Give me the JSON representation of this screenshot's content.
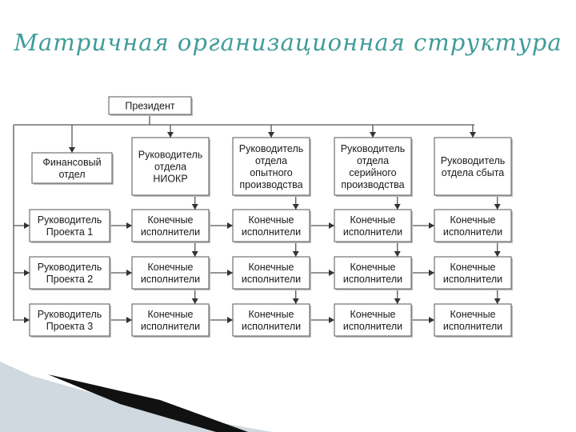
{
  "title": "Матричная организационная структура",
  "nodes": {
    "president": [
      "Президент"
    ],
    "finance": [
      "Финансовый",
      "отдел"
    ],
    "niokr": [
      "Руководитель",
      "отдела",
      "НИОКР"
    ],
    "pilot": [
      "Руководитель",
      "отдела",
      "опытного",
      "производства"
    ],
    "serial": [
      "Руководитель",
      "отдела",
      "серийного",
      "производства"
    ],
    "sales": [
      "Руководитель",
      "отдела сбыта"
    ],
    "project1": [
      "Руководитель",
      "Проекта 1"
    ],
    "project2": [
      "Руководитель",
      "Проекта 2"
    ],
    "project3": [
      "Руководитель",
      "Проекта 3"
    ],
    "executors": [
      "Конечные",
      "исполнители"
    ]
  }
}
